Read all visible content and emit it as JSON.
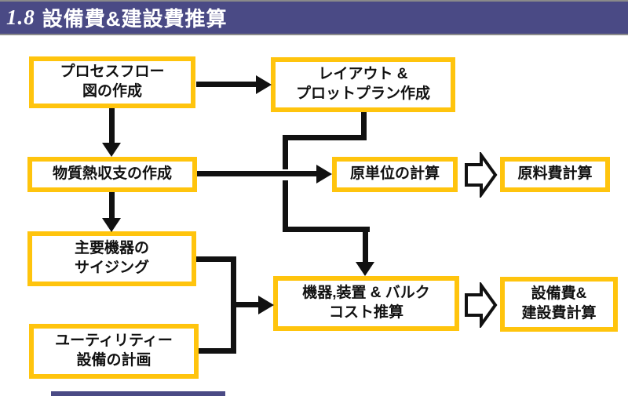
{
  "header": {
    "number": "1.8",
    "title": "設備費&建設費推算"
  },
  "flowchart": {
    "boxes": {
      "process_flow": {
        "lines": [
          "プロセスフロー",
          "図の作成"
        ]
      },
      "layout_plot": {
        "lines": [
          "レイアウト &",
          "プロットプラン作成"
        ]
      },
      "mass_heat": {
        "lines": [
          "物質熱収支の作成"
        ]
      },
      "unit_calc": {
        "lines": [
          "原単位の計算"
        ]
      },
      "raw_material_cost": {
        "lines": [
          "原料費計算"
        ]
      },
      "equipment_sizing": {
        "lines": [
          "主要機器の",
          "サイジング"
        ]
      },
      "utility_plan": {
        "lines": [
          "ユーティリティー",
          "設備の計画"
        ]
      },
      "bulk_cost": {
        "lines": [
          "機器,装置 & バルク",
          "コスト推算"
        ]
      },
      "equip_construction_cost": {
        "lines": [
          "設備費&",
          "建設費計算"
        ]
      }
    }
  },
  "colors": {
    "header_bar": "#4A4A85",
    "header_hairline": "#8A8A8A",
    "box_border": "#FFC40D",
    "box_background": "#FFFFFF",
    "arrow": "#111111",
    "text": "#111111",
    "header_text": "#FFFFFF"
  }
}
